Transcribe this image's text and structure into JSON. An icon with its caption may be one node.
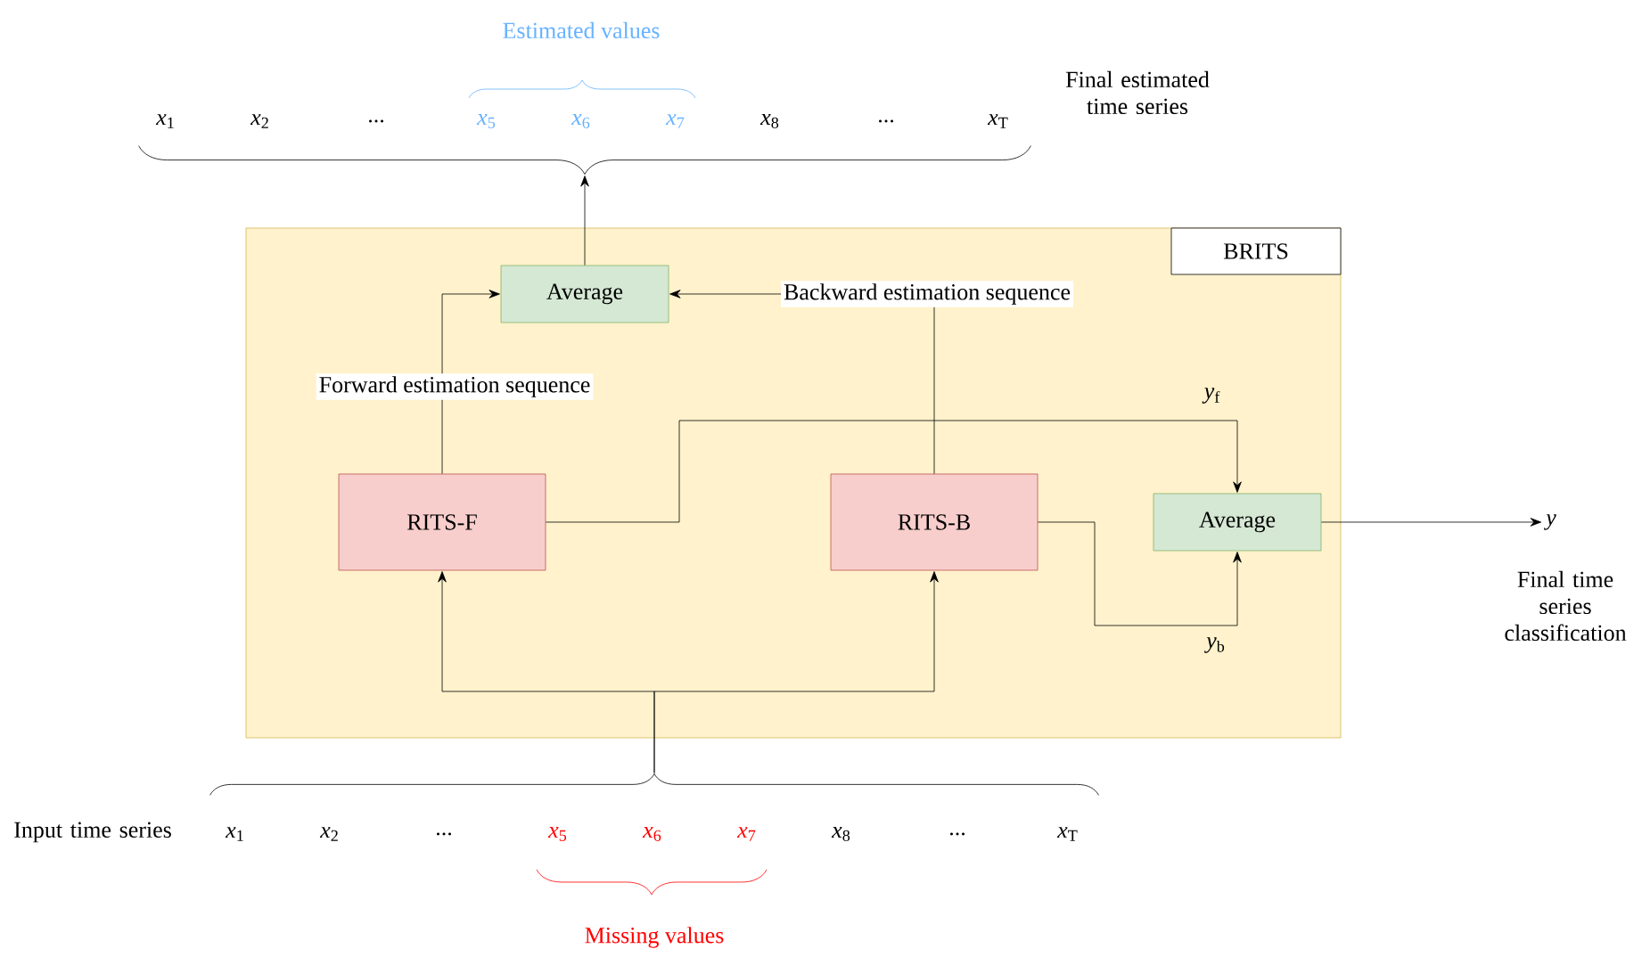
{
  "diagram": {
    "nodes": [
      {
        "text": [
          "BRITS"
        ]
      },
      {
        "text": [
          "Average"
        ],
        "in": 0
      },
      {
        "text": [
          "RITS-F"
        ],
        "in": 0
      },
      {
        "text": [
          "RITS-B"
        ],
        "in": 0
      },
      {
        "text": [
          "Average"
        ],
        "in": 0
      },
      {
        "text": [],
        "shape": "brace",
        "beside": [
          "Input time series"
        ]
      },
      {
        "text": [],
        "shape": "brace",
        "beside": [
          "Final estimated time series"
        ]
      },
      {
        "text": [
          "y"
        ],
        "beside": [
          "Final time series classification"
        ]
      }
    ],
    "edges": [
      {
        "from": 2,
        "to": 1,
        "arrow": "to",
        "label": "Forward estimation sequence"
      },
      {
        "from": 3,
        "to": 1,
        "arrow": "to",
        "label": "Backward estimation sequence"
      },
      {
        "from": 2,
        "to": 4,
        "arrow": "to",
        "label": "*y*$_{f}$"
      },
      {
        "from": 3,
        "to": 4,
        "arrow": "to",
        "label": "*y*$_{b}$"
      },
      {
        "from": 5,
        "to": 2,
        "arrow": "to"
      },
      {
        "from": 5,
        "to": 3,
        "arrow": "to"
      },
      {
        "from": 1,
        "to": 6,
        "arrow": "to"
      },
      {
        "from": 4,
        "to": 7,
        "arrow": "to"
      }
    ],
    "labels": [
      "Estimated values",
      "*x*$_{1}$",
      "*x*$_{2}$",
      "...",
      "*x*$_{5}$",
      "*x*$_{6}$",
      "*x*$_{7}$",
      "*x*$_{8}$",
      "...",
      "*x*$_{T}$",
      "*x*$_{1}$",
      "*x*$_{2}$",
      "...",
      "*x*$_{5}$",
      "*x*$_{6}$",
      "*x*$_{7}$",
      "*x*$_{8}$",
      "...",
      "*x*$_{T}$",
      "Missing values"
    ]
  }
}
